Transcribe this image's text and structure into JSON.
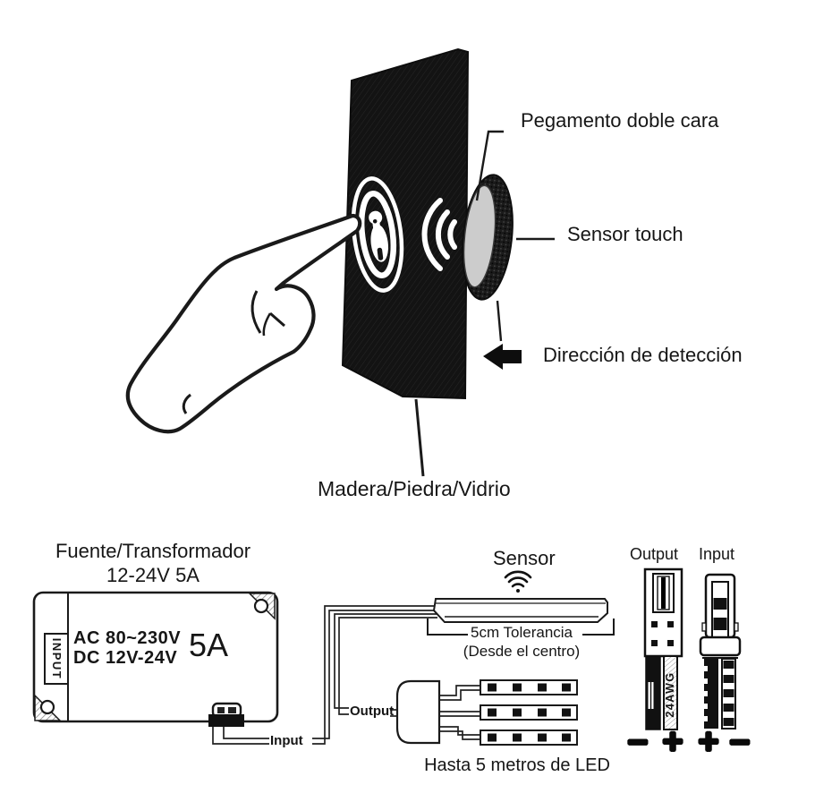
{
  "top": {
    "labels": {
      "adhesive": "Pegamento doble cara",
      "sensor_touch": "Sensor touch",
      "detection_direction": "Dirección de detección",
      "surface": "Madera/Piedra/Vidrio"
    },
    "icons": {
      "panel_waves": "signal-waves",
      "detection_arrow": "arrow-left",
      "touch_symbol": "touch-finger-badge"
    }
  },
  "bottom": {
    "power_supply": {
      "title_line1": "Fuente/Transformador",
      "title_line2": "12-24V 5A",
      "spec_line1": "AC 80~230V",
      "spec_line2": "DC 12V-24V",
      "amperage": "5A",
      "side_label": "INPUT",
      "input_wire_label": "Input"
    },
    "sensor_unit": {
      "label": "Sensor",
      "tolerance_line1": "5cm Tolerancia",
      "tolerance_line2": "(Desde el centro)",
      "output_wire_label": "Output",
      "icon": "wifi"
    },
    "led": {
      "caption": "Hasta 5 metros de LED"
    },
    "connectors": {
      "output_label": "Output",
      "input_label": "Input",
      "wire_gauge": "24AWG",
      "output_minus": "−",
      "output_plus": "+",
      "input_plus": "+",
      "input_minus": "−"
    }
  },
  "colors": {
    "line": "#1a1a1a",
    "panel": "#141414",
    "disc_face": "#cccccc",
    "background": "#ffffff"
  }
}
